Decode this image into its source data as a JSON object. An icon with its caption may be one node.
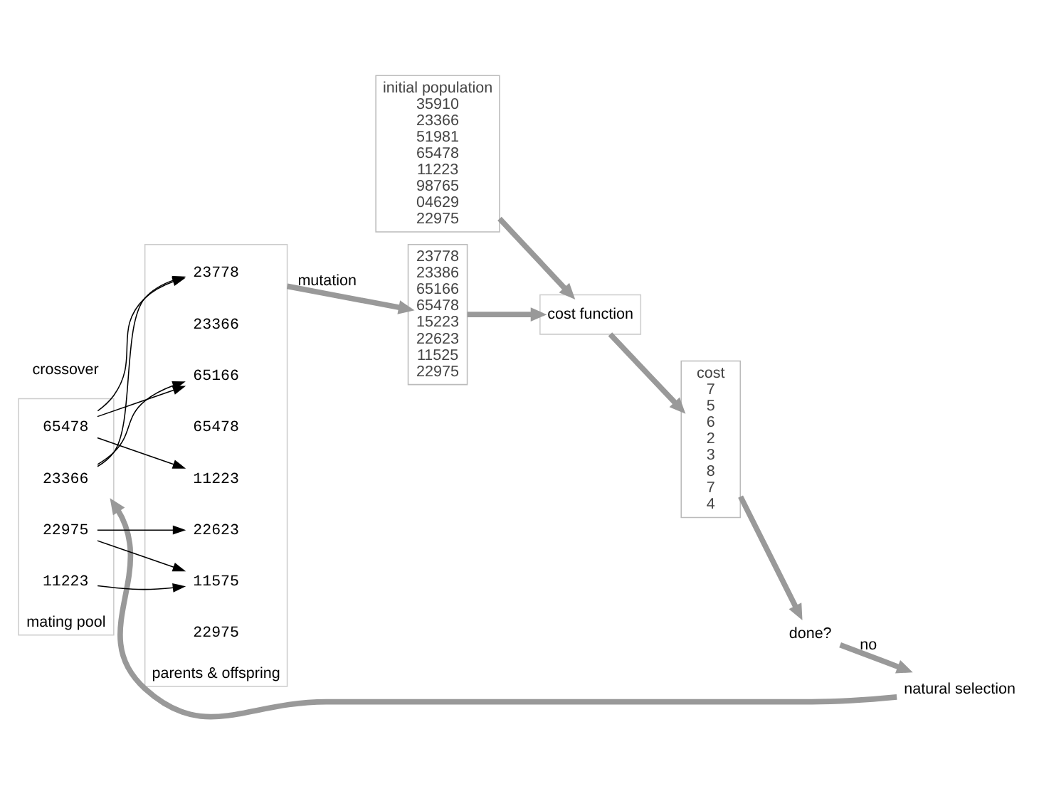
{
  "diagram": {
    "nodes": [
      {
        "text": [
          "initial population",
          "35910",
          "23366",
          "51981",
          "65478",
          "11223",
          "98765",
          "04629",
          "22975"
        ]
      },
      {
        "text": [
          "cost function"
        ]
      },
      {
        "text": [
          "cost",
          "7",
          "5",
          "6",
          "2",
          "3",
          "8",
          "7",
          "4"
        ]
      },
      {
        "text": [
          "done?"
        ]
      },
      {
        "text": [
          "natural selection"
        ]
      },
      {
        "text": [
          "23778",
          "23386",
          "65166",
          "65478",
          "15223",
          "22623",
          "11525",
          "22975"
        ]
      },
      {
        "text": [
          "parents & offspring"
        ]
      },
      {
        "text": [
          "23778"
        ],
        "in": 6
      },
      {
        "text": [
          "23366"
        ],
        "in": 6
      },
      {
        "text": [
          "65166"
        ],
        "in": 6
      },
      {
        "text": [
          "65478"
        ],
        "in": 6
      },
      {
        "text": [
          "11223"
        ],
        "in": 6
      },
      {
        "text": [
          "22623"
        ],
        "in": 6
      },
      {
        "text": [
          "11575"
        ],
        "in": 6
      },
      {
        "text": [
          "22975"
        ],
        "in": 6
      },
      {
        "text": [
          "mating pool"
        ]
      },
      {
        "text": [
          "23366"
        ],
        "in": 15
      },
      {
        "text": [
          "65478"
        ],
        "in": 15
      },
      {
        "text": [
          "11223"
        ],
        "in": 15
      },
      {
        "text": [
          "22975"
        ],
        "in": 15
      }
    ],
    "edges": [
      {
        "from": 0,
        "to": 1,
        "arrow": "to",
        "style": "thick",
        "color": "#999999"
      },
      {
        "from": 1,
        "to": 2,
        "arrow": "to",
        "style": "thick",
        "color": "#999999"
      },
      {
        "from": 2,
        "to": 3,
        "arrow": "to",
        "style": "thick",
        "color": "#999999"
      },
      {
        "from": 3,
        "to": 4,
        "arrow": "to",
        "label": "no",
        "style": "thick",
        "color": "#999999"
      },
      {
        "from": 4,
        "to": 15,
        "arrow": "to",
        "style": "thick",
        "color": "#999999"
      },
      {
        "from": 16,
        "to": 7,
        "arrow": "to"
      },
      {
        "from": 16,
        "to": 9,
        "arrow": "to"
      },
      {
        "from": 17,
        "to": 7,
        "arrow": "to"
      },
      {
        "from": 17,
        "to": 9,
        "arrow": "to"
      },
      {
        "from": 17,
        "to": 11,
        "arrow": "to"
      },
      {
        "from": 18,
        "to": 13,
        "arrow": "to"
      },
      {
        "from": 19,
        "to": 12,
        "arrow": "to"
      },
      {
        "from": 19,
        "to": 13,
        "arrow": "to"
      },
      {
        "from": 6,
        "to": 5,
        "arrow": "to",
        "label": "mutation",
        "style": "thick",
        "color": "#999999"
      },
      {
        "from": 5,
        "to": 1,
        "arrow": "to",
        "style": "thick",
        "color": "#999999"
      }
    ],
    "labels": [
      "crossover"
    ]
  }
}
